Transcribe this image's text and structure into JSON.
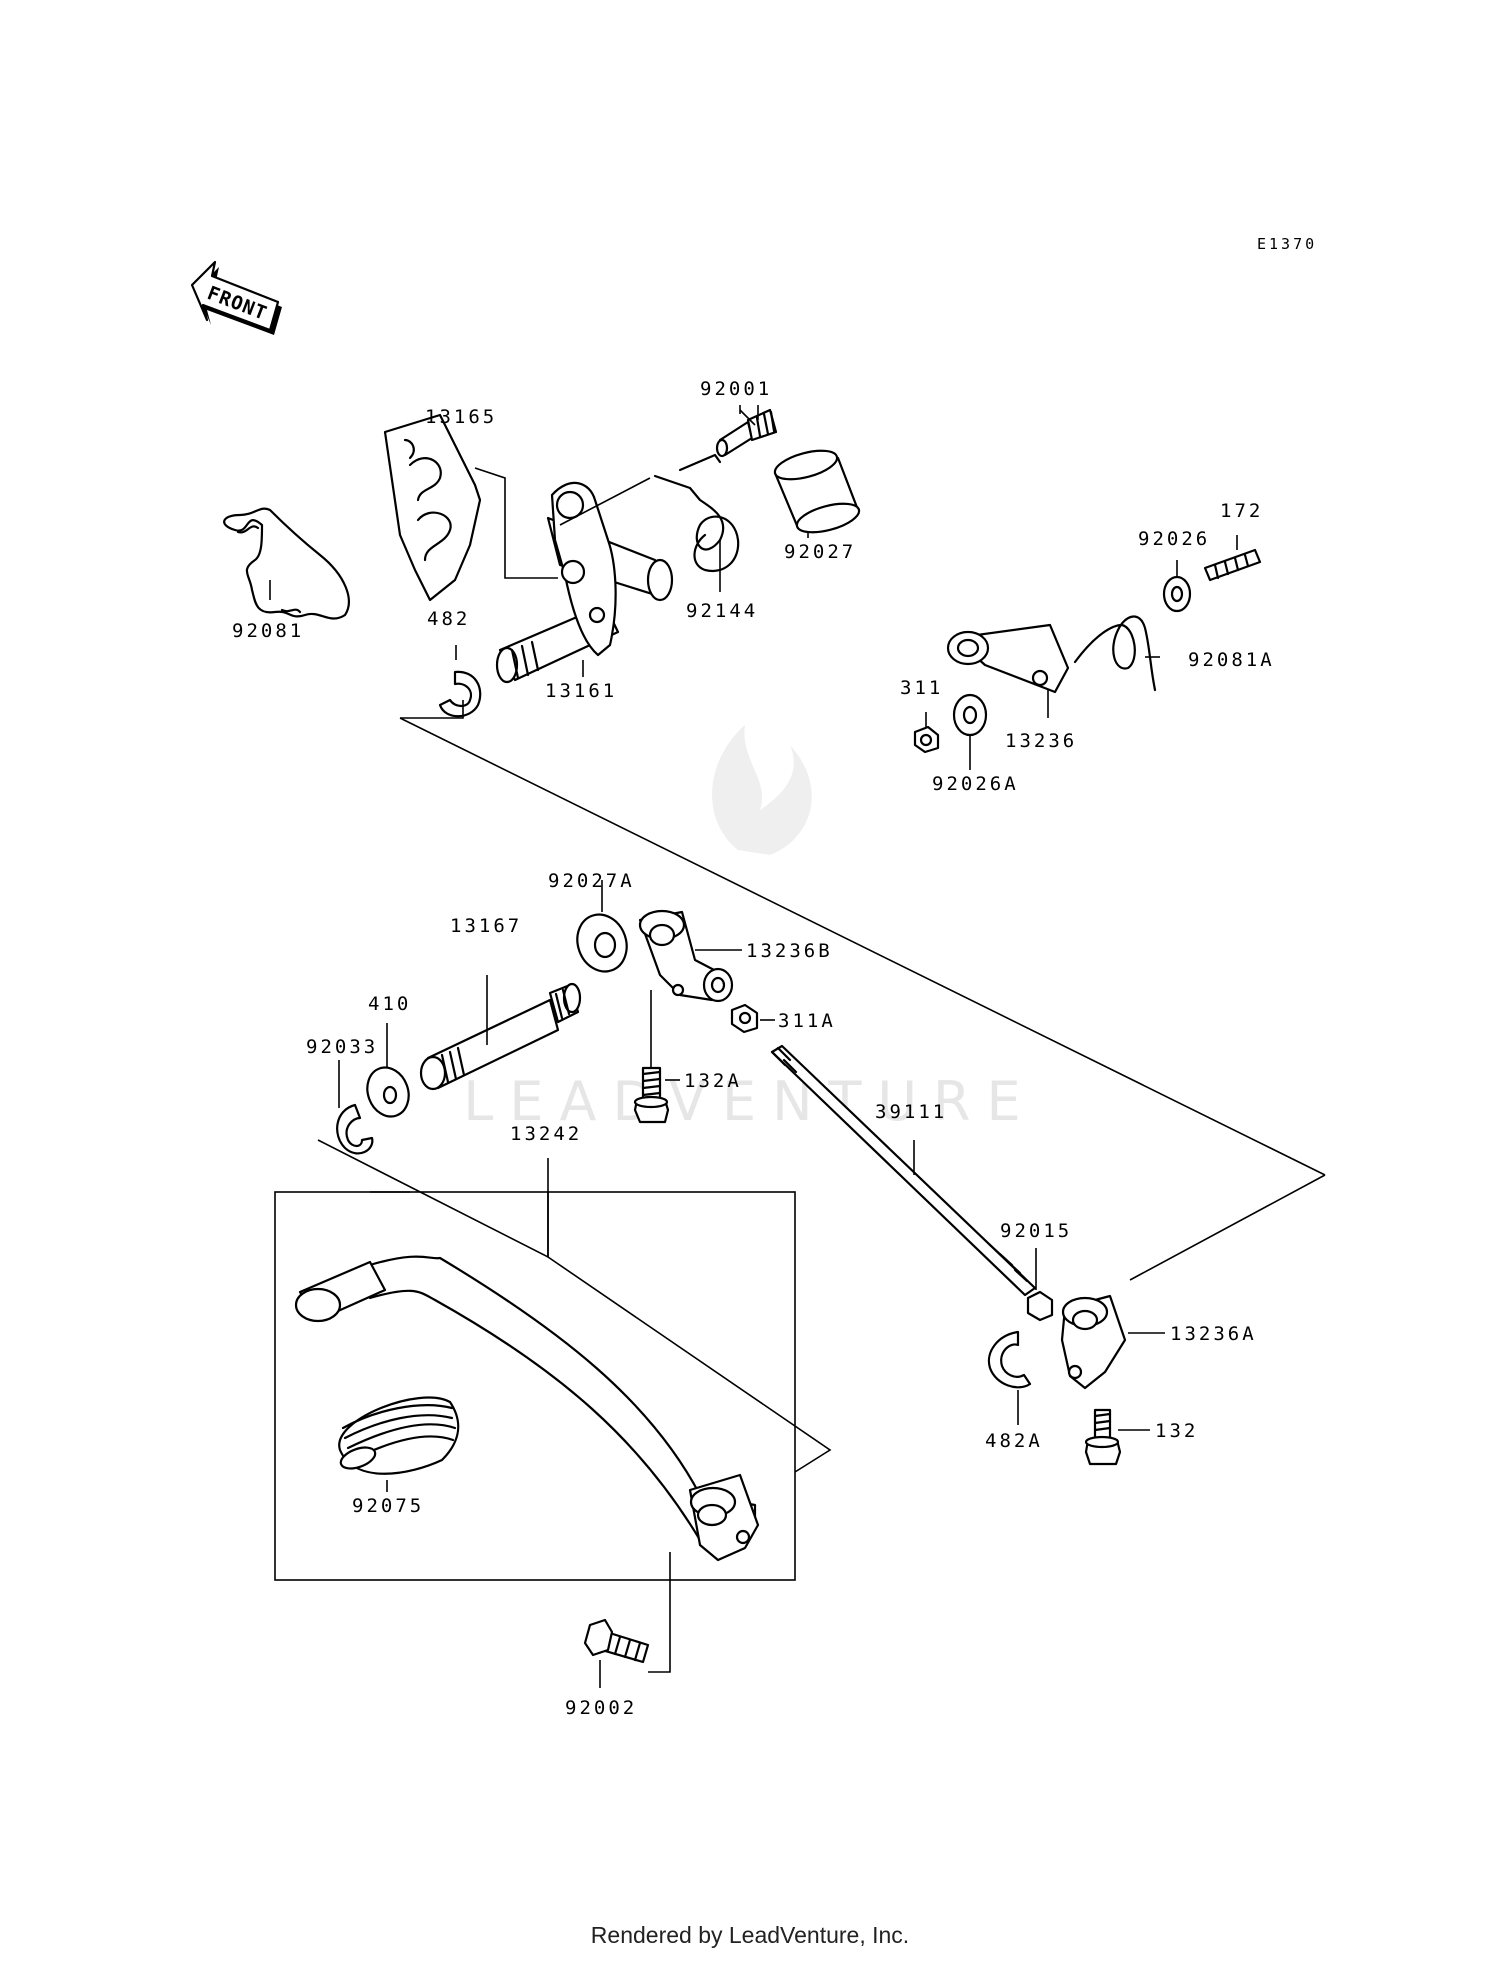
{
  "diagram_code": "E1370",
  "front_label": "FRONT",
  "watermark": "LEADVENTURE",
  "footer": "Rendered by LeadVenture, Inc.",
  "parts": {
    "p92001": "92001",
    "p13165": "13165",
    "p92027": "92027",
    "p92144": "92144",
    "p92081": "92081",
    "p482": "482",
    "p13161": "13161",
    "p172": "172",
    "p92026": "92026",
    "p92081A": "92081A",
    "p311": "311",
    "p13236": "13236",
    "p92026A": "92026A",
    "p92027A": "92027A",
    "p13167": "13167",
    "p13236B": "13236B",
    "p410": "410",
    "p311A": "311A",
    "p92033": "92033",
    "p132A": "132A",
    "p39111": "39111",
    "p13242": "13242",
    "p92015": "92015",
    "p13236A": "13236A",
    "p482A": "482A",
    "p132": "132",
    "p92075": "92075",
    "p92002": "92002"
  }
}
